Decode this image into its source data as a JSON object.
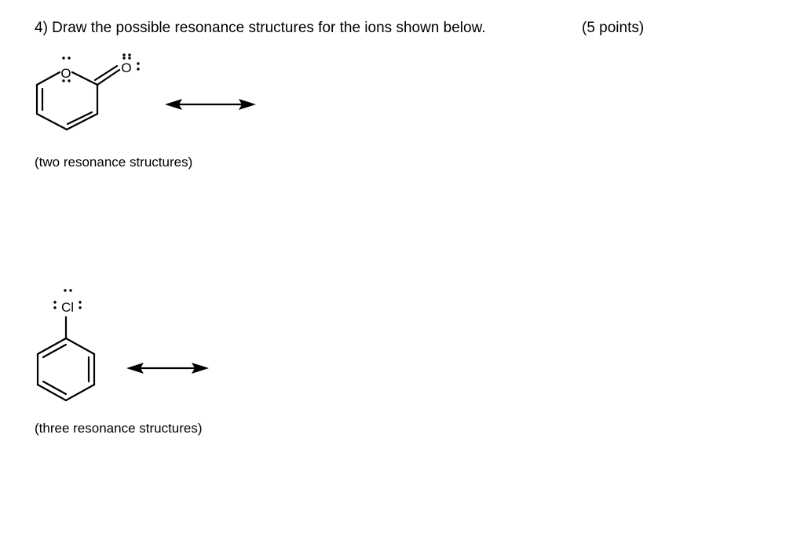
{
  "question": {
    "title": "4) Draw the possible resonance structures for the ions shown below.",
    "points": "(5 points)"
  },
  "part1": {
    "label": "(two resonance structures)",
    "atoms": {
      "ring_oxygen": "O",
      "carbonyl_oxygen": "O"
    }
  },
  "part2": {
    "label": "(three resonance structures)",
    "atoms": {
      "chlorine": "Cl"
    }
  }
}
